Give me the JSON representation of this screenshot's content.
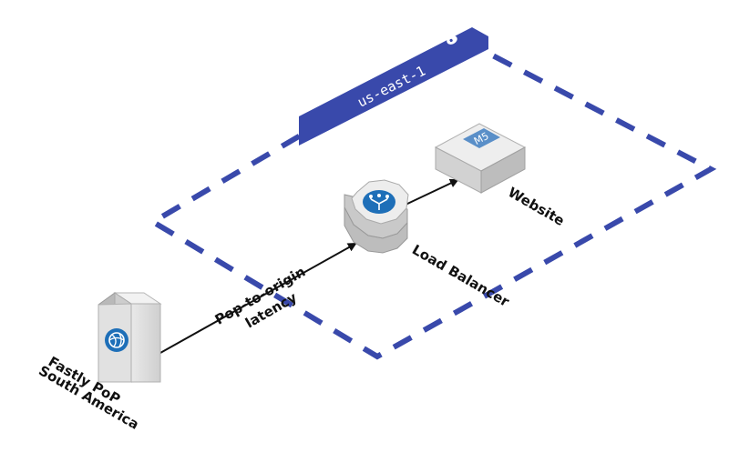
{
  "region": {
    "label": "us-east-1",
    "color": "#3949AB",
    "icon": "location-pin-icon"
  },
  "nodes": {
    "fastly_pop": {
      "line1": "Fastly PoP",
      "line2": "South America",
      "icon": "globe-icon"
    },
    "load_balancer": {
      "label": "Load Balancer",
      "icon": "load-balancer-icon",
      "accent": "#1E6FB8"
    },
    "website": {
      "label": "Website",
      "badge": "M5",
      "accent": "#5A8FC8"
    }
  },
  "edges": {
    "pop_to_lb": {
      "line1": "Pop-to-origin",
      "line2": "latency"
    }
  }
}
